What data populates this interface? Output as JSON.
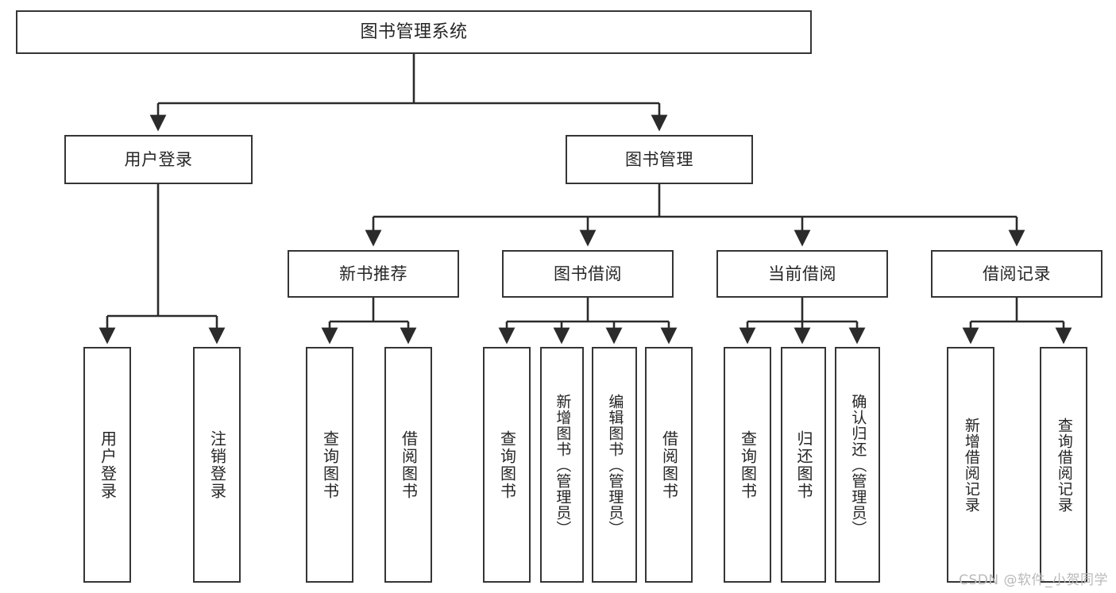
{
  "diagram": {
    "title": "图书管理系统",
    "type": "tree",
    "watermark": "CSDN @软件_小贺同学",
    "colors": {
      "node_border": "#353535",
      "node_fill": "#ffffff",
      "edge": "#2b2b2b",
      "text": "#262626",
      "watermark": "#b9b9b9",
      "background": "#ffffff"
    },
    "levels": [
      {
        "level": 1,
        "nodes": [
          {
            "id": "root",
            "label": "图书管理系统",
            "orientation": "horizontal"
          }
        ]
      },
      {
        "level": 2,
        "nodes": [
          {
            "id": "login",
            "label": "用户登录",
            "orientation": "horizontal",
            "parent": "root"
          },
          {
            "id": "bookmgmt",
            "label": "图书管理",
            "orientation": "horizontal",
            "parent": "root"
          }
        ]
      },
      {
        "level": 3,
        "nodes": [
          {
            "id": "newbook",
            "label": "新书推荐",
            "orientation": "horizontal",
            "parent": "bookmgmt"
          },
          {
            "id": "borrow",
            "label": "图书借阅",
            "orientation": "horizontal",
            "parent": "bookmgmt"
          },
          {
            "id": "current",
            "label": "当前借阅",
            "orientation": "horizontal",
            "parent": "bookmgmt"
          },
          {
            "id": "records",
            "label": "借阅记录",
            "orientation": "horizontal",
            "parent": "bookmgmt"
          }
        ]
      },
      {
        "level": 4,
        "nodes": [
          {
            "id": "leaf1",
            "label": "用户登录",
            "orientation": "vertical",
            "parent": "login"
          },
          {
            "id": "leaf2",
            "label": "注销登录",
            "orientation": "vertical",
            "parent": "login"
          },
          {
            "id": "leaf3",
            "label": "查询图书",
            "orientation": "vertical",
            "parent": "newbook"
          },
          {
            "id": "leaf4",
            "label": "借阅图书",
            "orientation": "vertical",
            "parent": "newbook"
          },
          {
            "id": "leaf5",
            "label": "查询图书",
            "orientation": "vertical",
            "parent": "borrow"
          },
          {
            "id": "leaf6",
            "label": "新增图书（管理员）",
            "orientation": "vertical",
            "parent": "borrow"
          },
          {
            "id": "leaf7",
            "label": "编辑图书（管理员）",
            "orientation": "vertical",
            "parent": "borrow"
          },
          {
            "id": "leaf8",
            "label": "借阅图书",
            "orientation": "vertical",
            "parent": "borrow"
          },
          {
            "id": "leaf9",
            "label": "查询图书",
            "orientation": "vertical",
            "parent": "current"
          },
          {
            "id": "leaf10",
            "label": "归还图书",
            "orientation": "vertical",
            "parent": "current"
          },
          {
            "id": "leaf11",
            "label": "确认归还（管理员）",
            "orientation": "vertical",
            "parent": "current"
          },
          {
            "id": "leaf12",
            "label": "新增借阅记录",
            "orientation": "vertical",
            "parent": "records"
          },
          {
            "id": "leaf13",
            "label": "查询借阅记录",
            "orientation": "vertical",
            "parent": "records"
          }
        ]
      }
    ]
  }
}
